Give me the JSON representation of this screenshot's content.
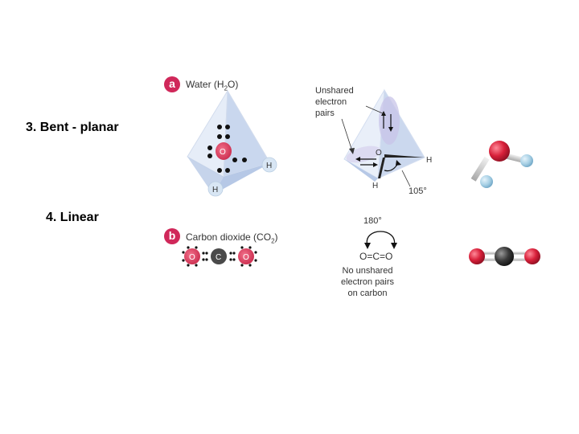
{
  "slide": {
    "bent_label": "3. Bent - planar",
    "linear_label": "4. Linear"
  },
  "panel_a": {
    "badge": "a",
    "title_prefix": "Water (H",
    "title_sub": "2",
    "title_suffix": "O)",
    "atom_o": "O",
    "atom_h": "H",
    "note_lines": [
      "Unshared",
      "electron",
      "pairs"
    ],
    "angle": "105°"
  },
  "panel_b": {
    "badge": "b",
    "title_prefix": "Carbon dioxide (CO",
    "title_sub": "2",
    "title_suffix": ")",
    "atom_o": "O",
    "atom_c": "C",
    "angle": "180°",
    "formula": "O=C=O",
    "note_lines": [
      "No unshared",
      "electron pairs",
      "on carbon"
    ]
  },
  "colors": {
    "badge": "#d0285a",
    "oxygen": "#d8203a",
    "hydrogen": "#a6cfe4",
    "carbon": "#3a3a3a",
    "tetra_light": "#eef3fb",
    "tetra_mid": "#cfdcef",
    "tetra_dark": "#b4c6e4",
    "lone_pair": "#c8c4e8"
  }
}
